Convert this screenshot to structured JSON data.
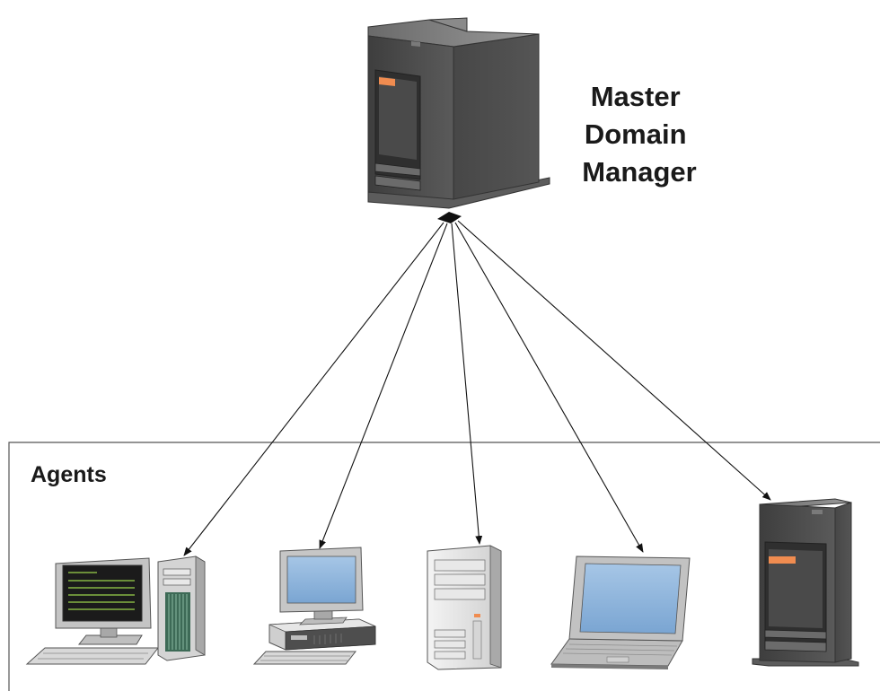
{
  "master": {
    "label_lines": [
      "Master",
      "Domain",
      "Manager"
    ],
    "icon": "tower-server-icon"
  },
  "agents_box": {
    "label": "Agents"
  },
  "agents": [
    {
      "name": "agent-workstation-terminal",
      "icon": "terminal-desktop-icon"
    },
    {
      "name": "agent-desktop-pc",
      "icon": "desktop-pc-icon"
    },
    {
      "name": "agent-tower-server",
      "icon": "tower-pc-icon"
    },
    {
      "name": "agent-laptop",
      "icon": "laptop-icon"
    },
    {
      "name": "agent-rack-server",
      "icon": "rack-server-icon"
    }
  ],
  "colors": {
    "server_dark": "#4d4d4d",
    "server_light": "#7a7a7a",
    "accent_orange": "#f08c50",
    "screen_blue": "#8cb4dc",
    "terminal_green": "#9bd24b",
    "line": "#1a1a1a"
  }
}
